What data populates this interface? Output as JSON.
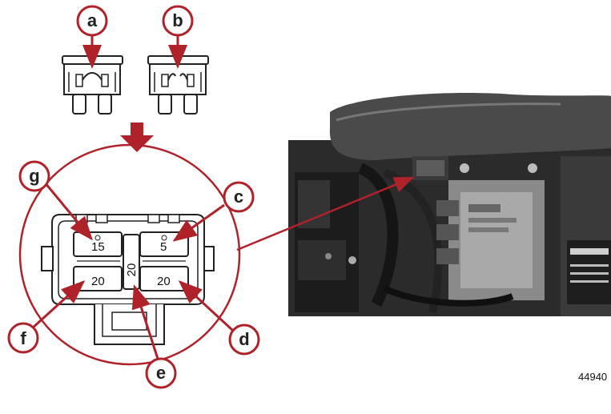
{
  "callouts": {
    "a": "a",
    "b": "b",
    "c": "c",
    "d": "d",
    "e": "e",
    "f": "f",
    "g": "g"
  },
  "fuse_ratings": {
    "top_left": "15",
    "top_right": "5",
    "center": "20",
    "bottom_left": "20",
    "bottom_right": "20"
  },
  "figure_number": "44940",
  "colors": {
    "callout_ring": "#b0222a",
    "leader_line": "#b0222a",
    "arrow": "#b0222a",
    "magnifier_circle": "#b0222a"
  },
  "icons": [
    "fuse-intact-icon",
    "fuse-blown-icon",
    "down-arrow-icon",
    "fuse-holder-icon",
    "engine-photo"
  ]
}
